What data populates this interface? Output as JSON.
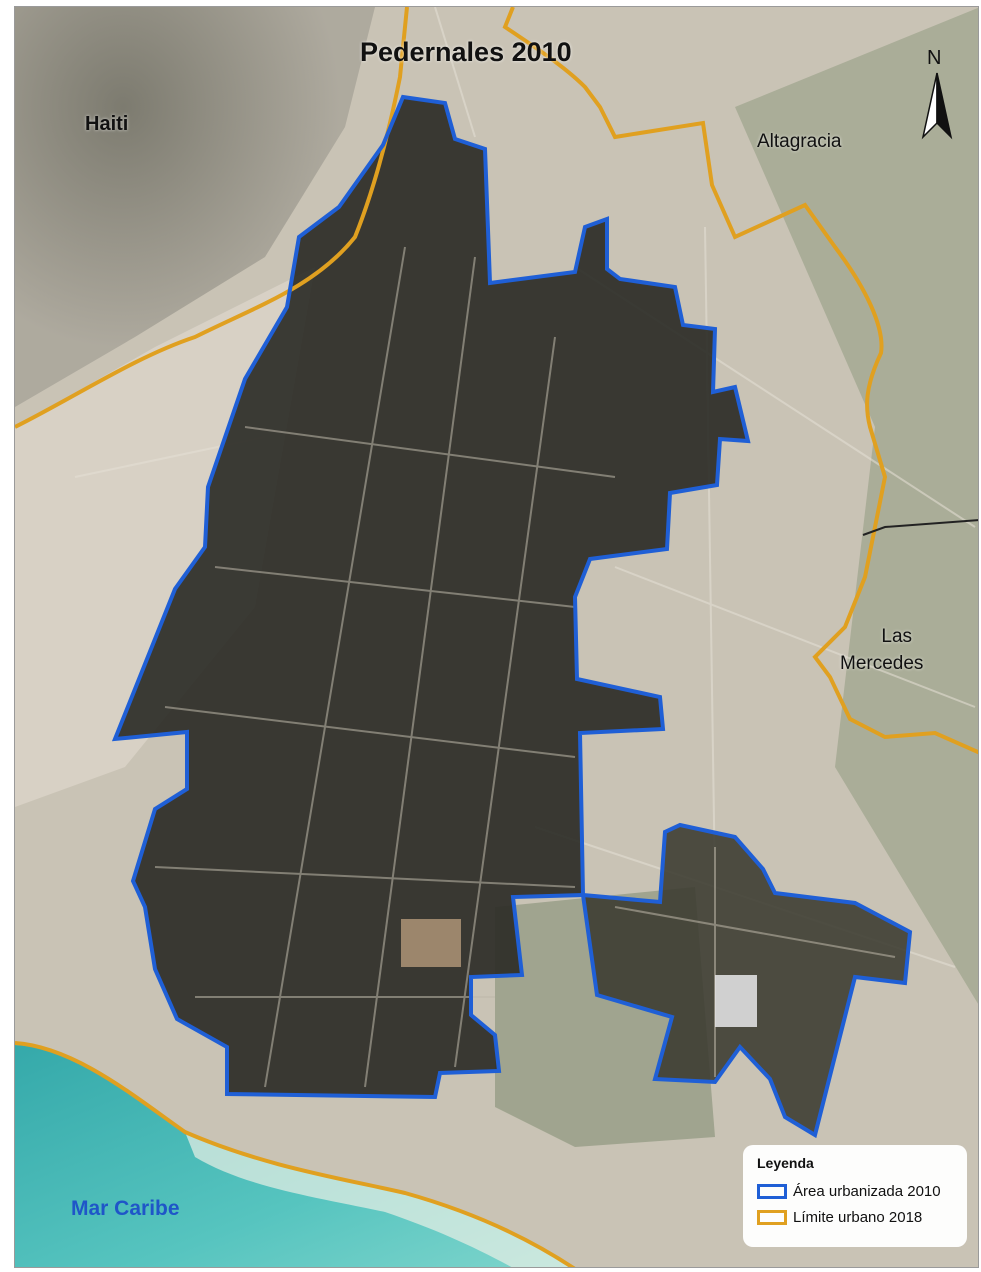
{
  "map": {
    "title": "Pedernales 2010",
    "north_label": "N",
    "places": {
      "haiti": "Haiti",
      "altagracia": "Altagracia",
      "las_mercedes_line1": "Las",
      "las_mercedes_line2": "Mercedes",
      "sea": "Mar Caribe"
    },
    "icons": {
      "north_arrow": "north-arrow-icon"
    },
    "colors": {
      "urban_area_2010": "#1f5fd6",
      "urban_limit_2018": "#e0a020",
      "sea": "#3fb7b4",
      "sea_label": "#1f56c8"
    }
  },
  "legend": {
    "title": "Leyenda",
    "items": [
      {
        "label": "Área urbanizada 2010",
        "color": "#1f5fd6"
      },
      {
        "label": "Límite urbano 2018",
        "color": "#e0a020"
      }
    ]
  }
}
